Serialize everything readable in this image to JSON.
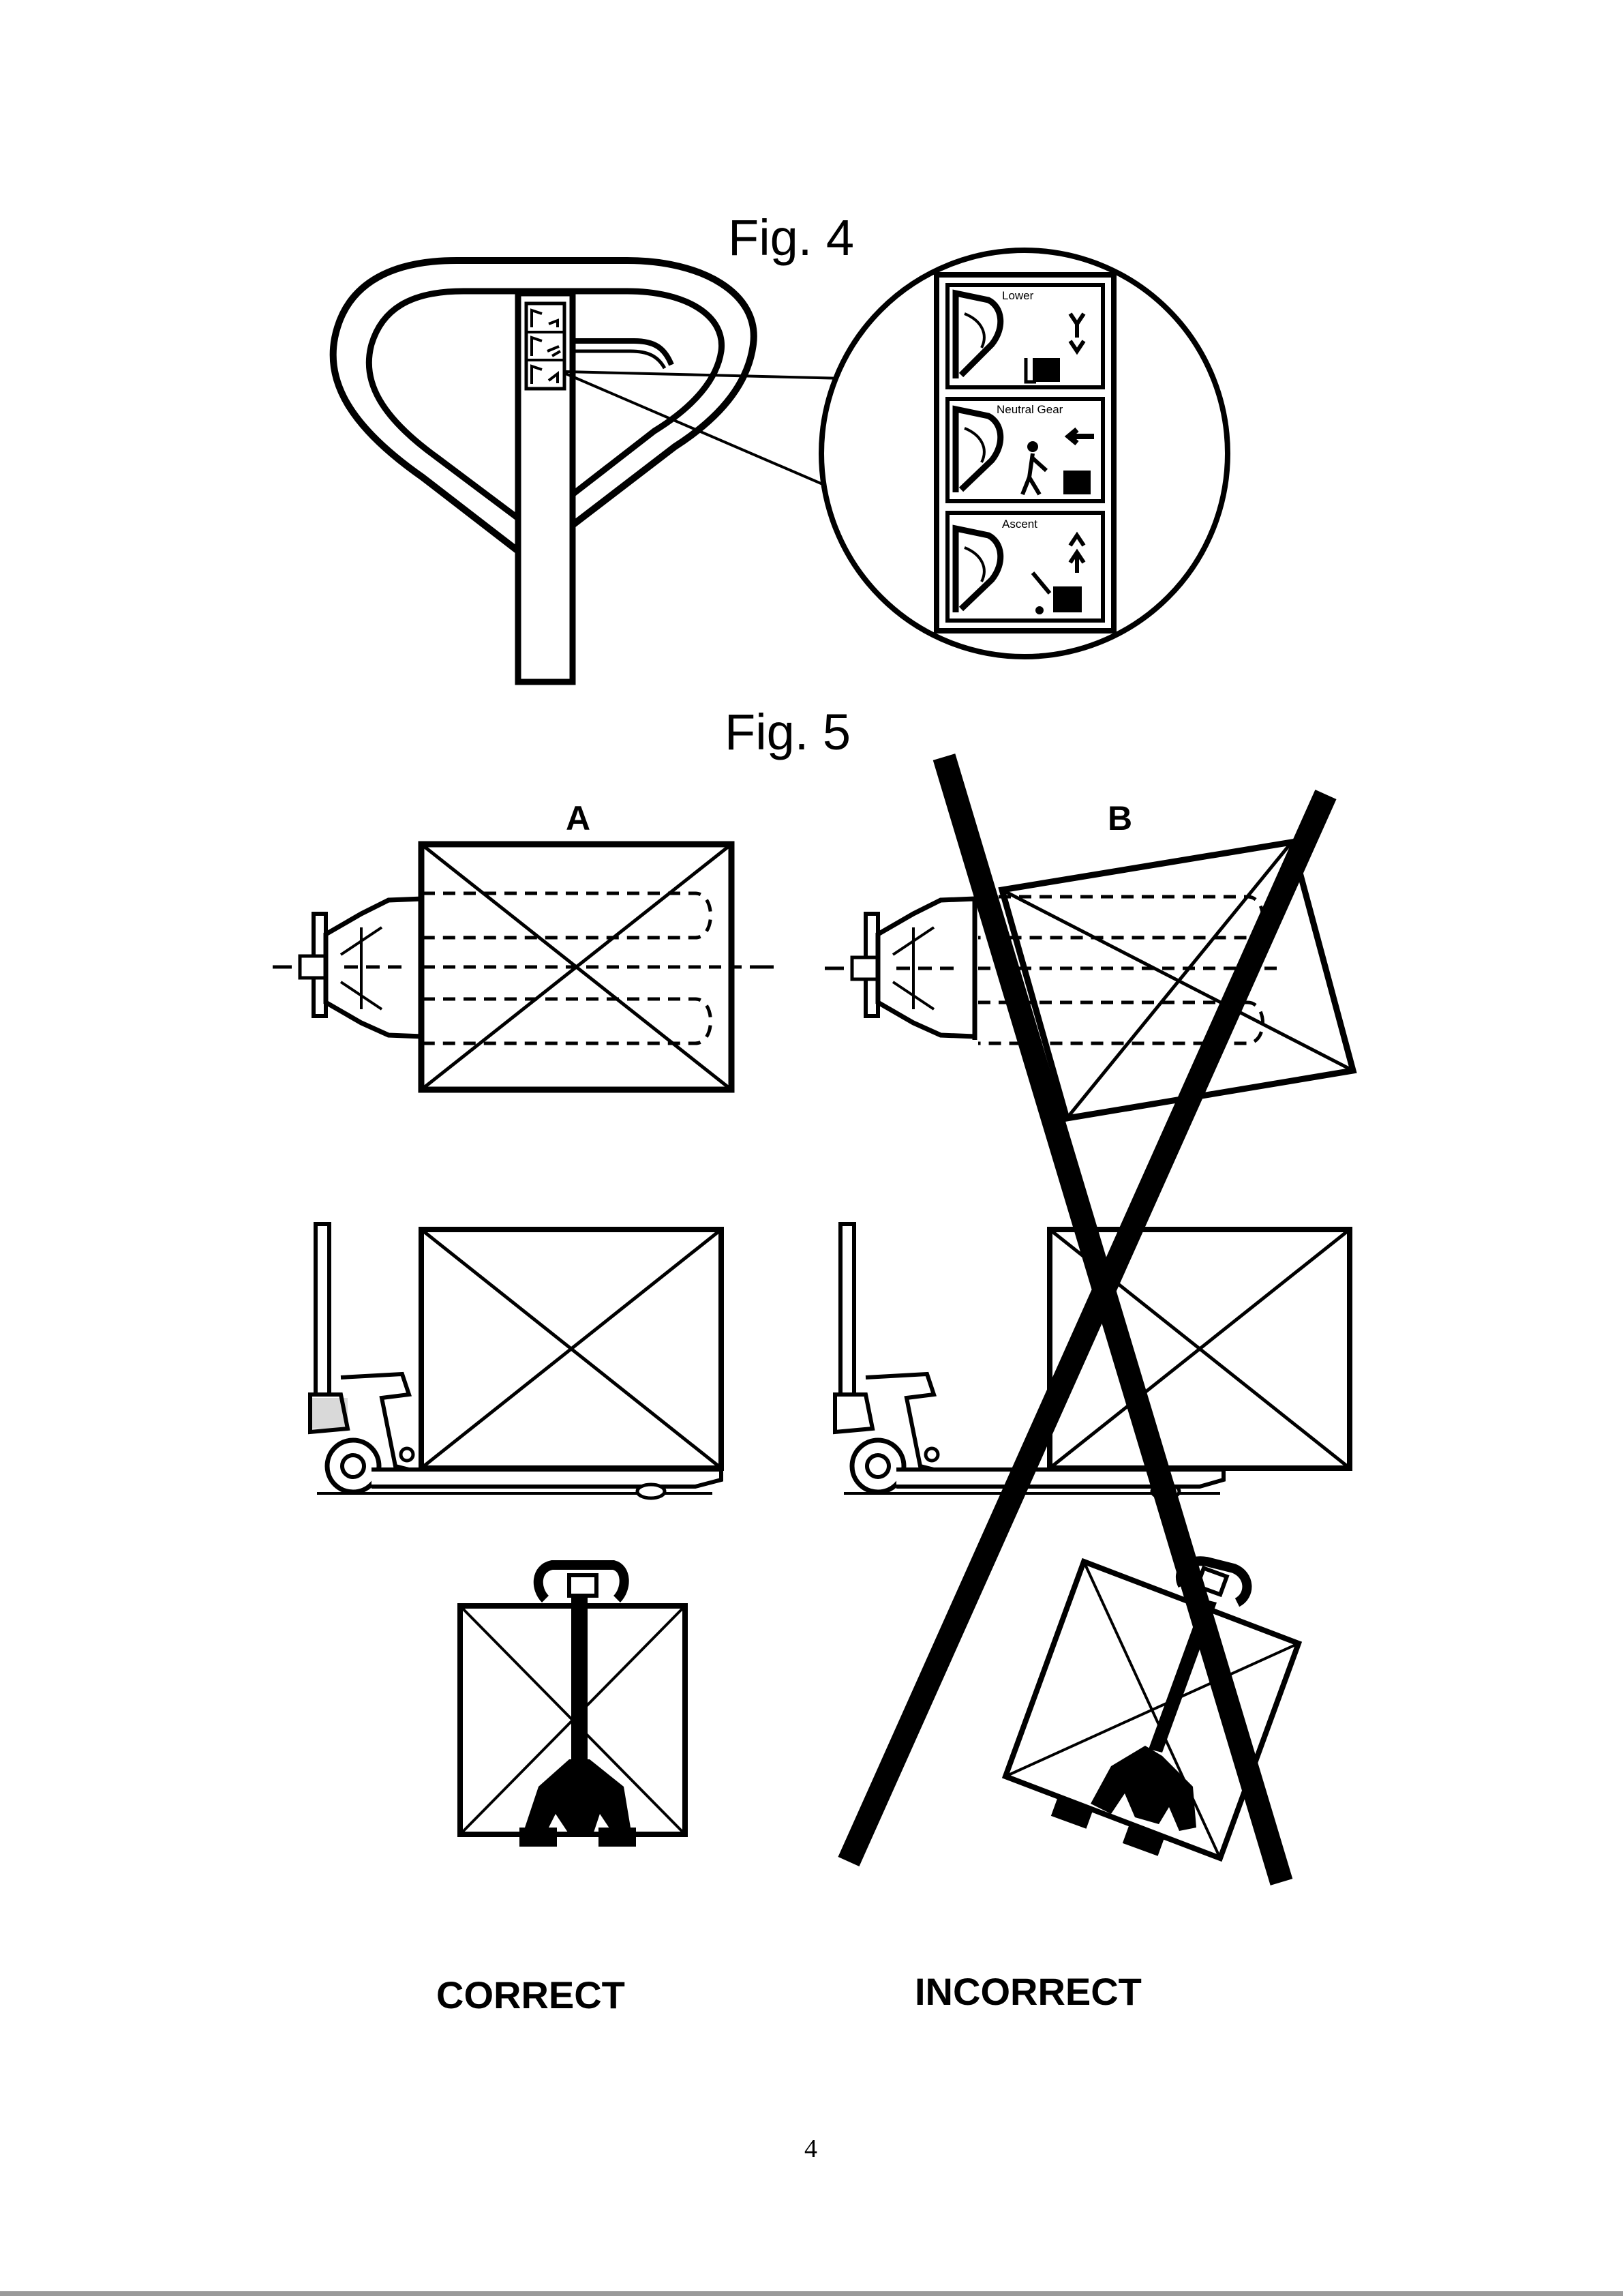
{
  "figures": {
    "fig4": {
      "title": "Fig. 4",
      "decal": {
        "lower": "Lower",
        "neutral": "Neutral Gear",
        "ascent": "Ascent"
      }
    },
    "fig5": {
      "title": "Fig. 5",
      "label_a": "A",
      "label_b": "B"
    }
  },
  "verdicts": {
    "correct": "CORRECT",
    "incorrect": "INCORRECT"
  },
  "page_number": "4"
}
